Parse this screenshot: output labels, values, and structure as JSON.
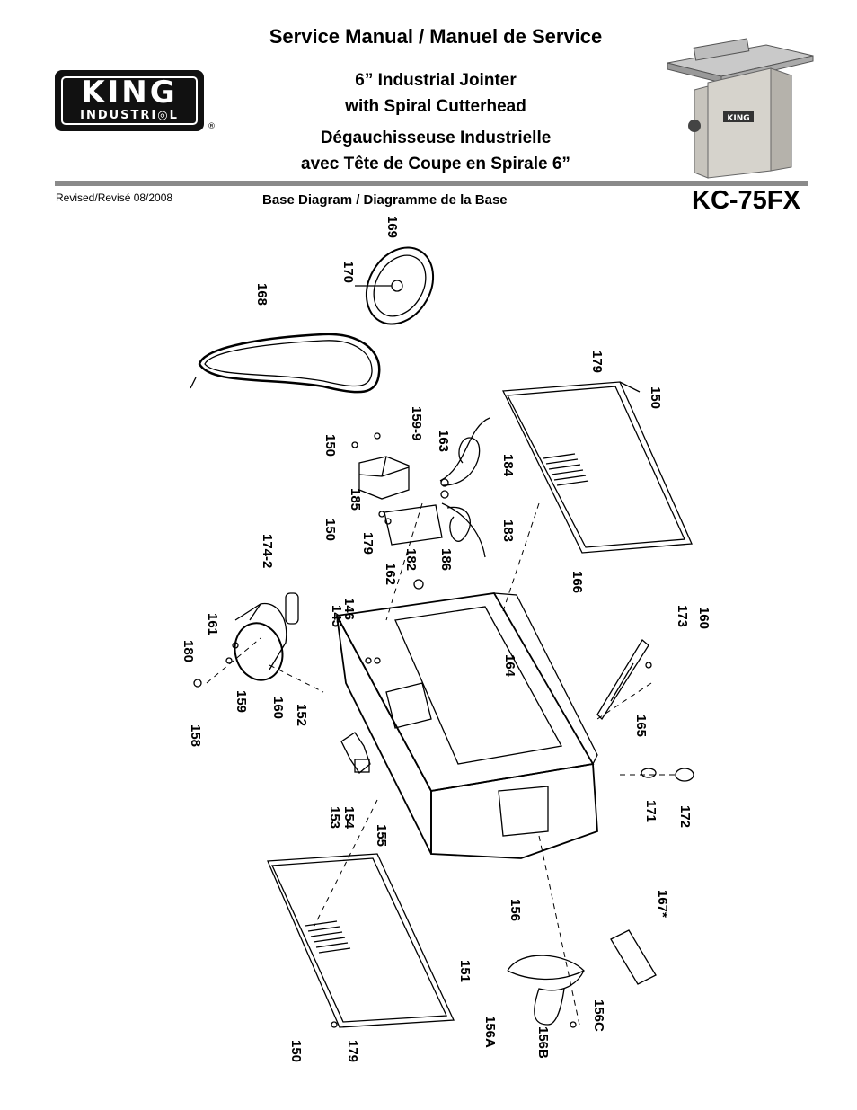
{
  "header": {
    "title": "Service Manual / Manuel de Service",
    "product_en_line1": "6” Industrial Jointer",
    "product_en_line2": "with Spiral Cutterhead",
    "product_fr_line1": "Dégauchisseuse Industrielle",
    "product_fr_line2": "avec Tête de Coupe en Spirale 6”",
    "revised": "Revised/Revisé 08/2008",
    "subtitle": "Base Diagram / Diagramme de la Base",
    "model": "KC-75FX"
  },
  "logo": {
    "brand": "KING",
    "sub": "INDUSTRI◎L",
    "registered": "®",
    "machine_badge": "KING"
  },
  "colors": {
    "rule": "#8a8a8a",
    "logo_bg": "#111111"
  },
  "parts": {
    "p150a": "150",
    "p150b": "150",
    "p150c": "150",
    "p150d": "150",
    "p151": "151",
    "p152": "152",
    "p153": "153",
    "p154": "154",
    "p155": "155",
    "p156": "156",
    "p156A": "156A",
    "p156B": "156B",
    "p156C": "156C",
    "p158": "158",
    "p159": "159",
    "p159_9": "159-9",
    "p160a": "160",
    "p160b": "160",
    "p161": "161",
    "p162": "162",
    "p163": "163",
    "p164": "164",
    "p165": "165",
    "p166": "166",
    "p167": "167*",
    "p168": "168",
    "p169": "169",
    "p170": "170",
    "p171": "171",
    "p172": "172",
    "p173": "173",
    "p174_2": "174-2",
    "p179a": "179",
    "p179b": "179",
    "p179c": "179",
    "p180": "180",
    "p182": "182",
    "p183": "183",
    "p184": "184",
    "p185": "185",
    "p186": "186",
    "p145": "145",
    "p146": "146"
  }
}
